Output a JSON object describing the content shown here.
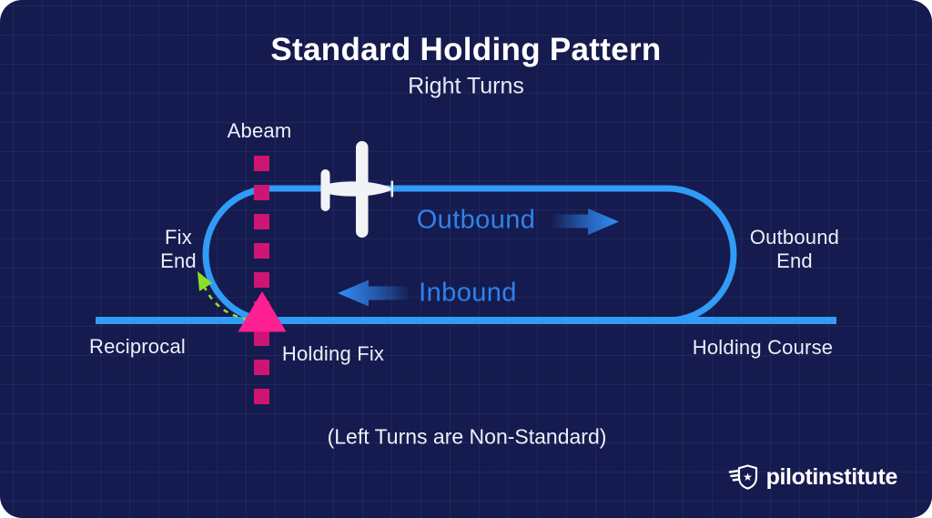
{
  "title": "Standard Holding Pattern",
  "subtitle": "Right Turns",
  "note": "(Left Turns are Non-Standard)",
  "labels": {
    "abeam": "Abeam",
    "fix_end": "Fix\nEnd",
    "outbound_leg": "Outbound",
    "inbound_leg": "Inbound",
    "outbound_end": "Outbound\nEnd",
    "reciprocal": "Reciprocal",
    "holding_fix": "Holding Fix",
    "holding_course": "Holding Course"
  },
  "branding": {
    "logo_text": "pilotinstitute",
    "logo_icon": "winged-shield-star-icon"
  },
  "icons": {
    "airplane": "airplane-top-view-icon",
    "holding_fix_marker": "triangle-fix-icon",
    "turn_direction": "green-dashed-turn-arrow-icon"
  },
  "colors": {
    "panel_background": "#151b4e",
    "grid_line": "#1f2759",
    "course_blue": "#319cf6",
    "leg_text_blue": "#2f82ec",
    "arrow_blue": "#2f8af3",
    "abeam_dash_pink": "#cf1573",
    "fix_triangle_pink": "#ff2094",
    "turn_arrow_green": "#8adf25",
    "text_white": "#edeff8",
    "outer_background": "#ffffff"
  }
}
